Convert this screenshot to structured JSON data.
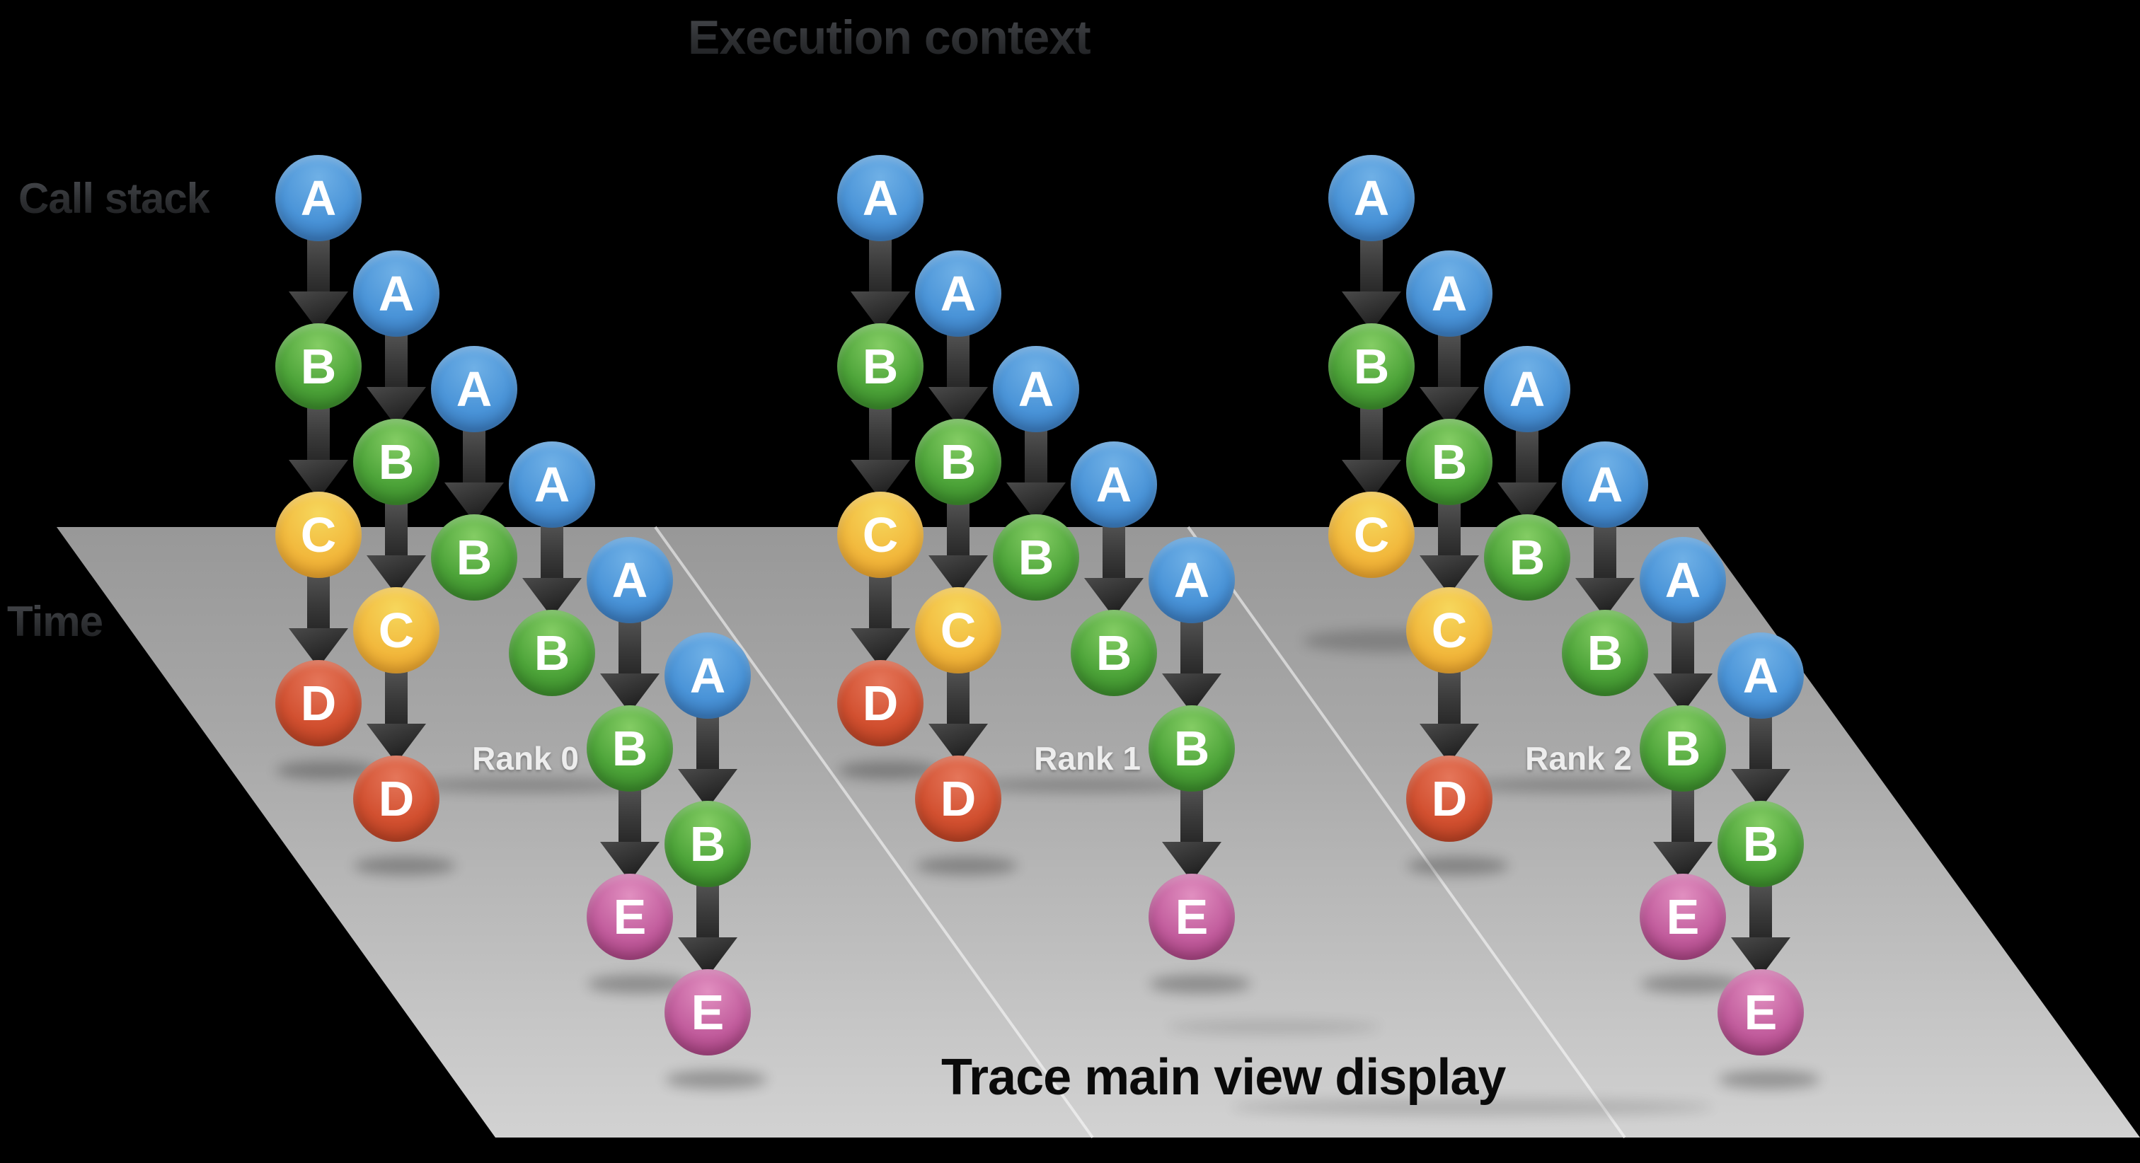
{
  "title": "Execution context",
  "labels": {
    "call_stack": "Call stack",
    "time": "Time",
    "floor": "Trace main view display"
  },
  "ranks": [
    {
      "label": "Rank 0",
      "columns": [
        [
          "A",
          "B",
          "C",
          "D"
        ],
        [
          "A",
          "B",
          "C",
          "D"
        ],
        [
          "A",
          "B"
        ],
        [
          "A",
          "B"
        ],
        [
          "A",
          "B",
          "E"
        ],
        [
          "A",
          "B",
          "E"
        ]
      ]
    },
    {
      "label": "Rank 1",
      "columns": [
        [
          "A",
          "B",
          "C",
          "D"
        ],
        [
          "A",
          "B",
          "C",
          "D"
        ],
        [
          "A",
          "B"
        ],
        [
          "A",
          "B"
        ],
        [
          "A",
          "B",
          "E"
        ]
      ]
    },
    {
      "label": "Rank 2",
      "columns": [
        [
          "A",
          "B",
          "C"
        ],
        [
          "A",
          "B",
          "C",
          "D"
        ],
        [
          "A",
          "B"
        ],
        [
          "A",
          "B"
        ],
        [
          "A",
          "B",
          "E"
        ],
        [
          "A",
          "B",
          "E"
        ]
      ]
    }
  ],
  "node_colors": {
    "A": {
      "light": "#6fb0e6",
      "mid": "#4a94d8",
      "dark": "#316fb5"
    },
    "B": {
      "light": "#84cd64",
      "mid": "#4da439",
      "dark": "#2f7d22"
    },
    "C": {
      "light": "#f6d75c",
      "mid": "#f2b93d",
      "dark": "#ec9c25"
    },
    "D": {
      "light": "#e5765a",
      "mid": "#d25030",
      "dark": "#b13a1d"
    },
    "E": {
      "light": "#e18fc0",
      "mid": "#c25d9d",
      "dark": "#9c3574"
    }
  },
  "plane_colors": {
    "top": "#989898",
    "bottom": "#d2d2d2"
  },
  "arrow_color": "#3a3a3a"
}
